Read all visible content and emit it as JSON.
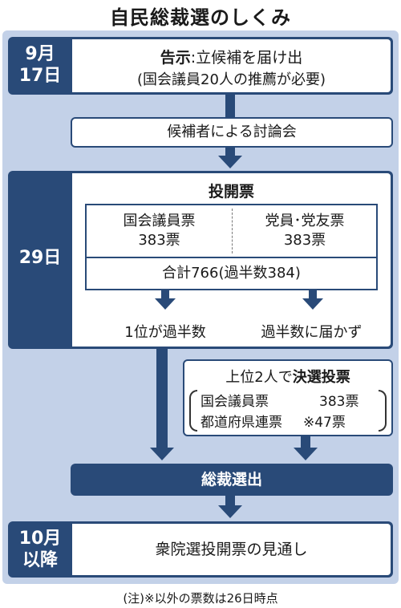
{
  "title": "自民総裁選のしくみ",
  "step1": {
    "date_line1": "9月",
    "date_line2": "17日",
    "line1_bold": "告示",
    "line1_rest": ":立候補を届け出",
    "line2": "(国会議員20人の推薦が必要)"
  },
  "debate": "候補者による討論会",
  "step2": {
    "date": "29日",
    "heading": "投開票",
    "left_label": "国会議員票",
    "left_value": "383票",
    "right_label": "党員･党友票",
    "right_value": "383票",
    "total": "合計766(過半数384)",
    "outcome_left": "1位が過半数",
    "outcome_right": "過半数に届かず"
  },
  "runoff": {
    "title_plain": "上位2人で",
    "title_bold": "決選投票",
    "row1_label": "国会議員票",
    "row1_value": "383票",
    "row2_label": "都道府県連票",
    "row2_value": "※47票"
  },
  "result": "総裁選出",
  "step3": {
    "date_line1": "10月",
    "date_line2": "以降",
    "text": "衆院選投開票の見通し"
  },
  "note": "(注)※以外の票数は26日時点",
  "colors": {
    "navy": "#294a78",
    "panel": "#c3d1e8"
  }
}
